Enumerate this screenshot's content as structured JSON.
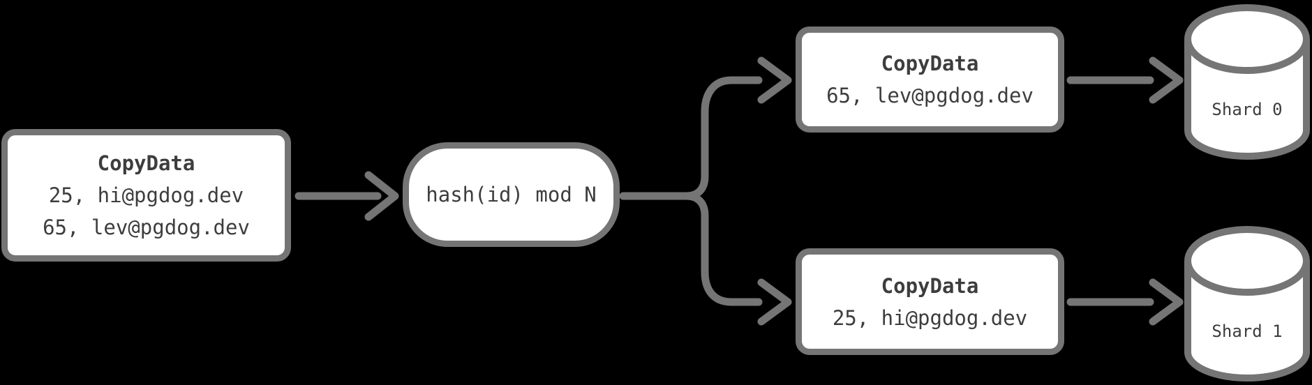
{
  "diagram": {
    "background_color": "#000000",
    "stroke_color": "#757575",
    "text_color": "#3d3d3d",
    "node_fill_color": "#ffffff",
    "nodes": {
      "source": {
        "title": "CopyData",
        "rows": [
          "25, hi@pgdog.dev",
          "65, lev@pgdog.dev"
        ]
      },
      "hash": {
        "label": "hash(id) mod N"
      },
      "copy_top": {
        "title": "CopyData",
        "rows": [
          "65, lev@pgdog.dev"
        ]
      },
      "copy_bottom": {
        "title": "CopyData",
        "rows": [
          "25, hi@pgdog.dev"
        ]
      },
      "shard0": {
        "label": "Shard 0"
      },
      "shard1": {
        "label": "Shard 1"
      }
    }
  }
}
